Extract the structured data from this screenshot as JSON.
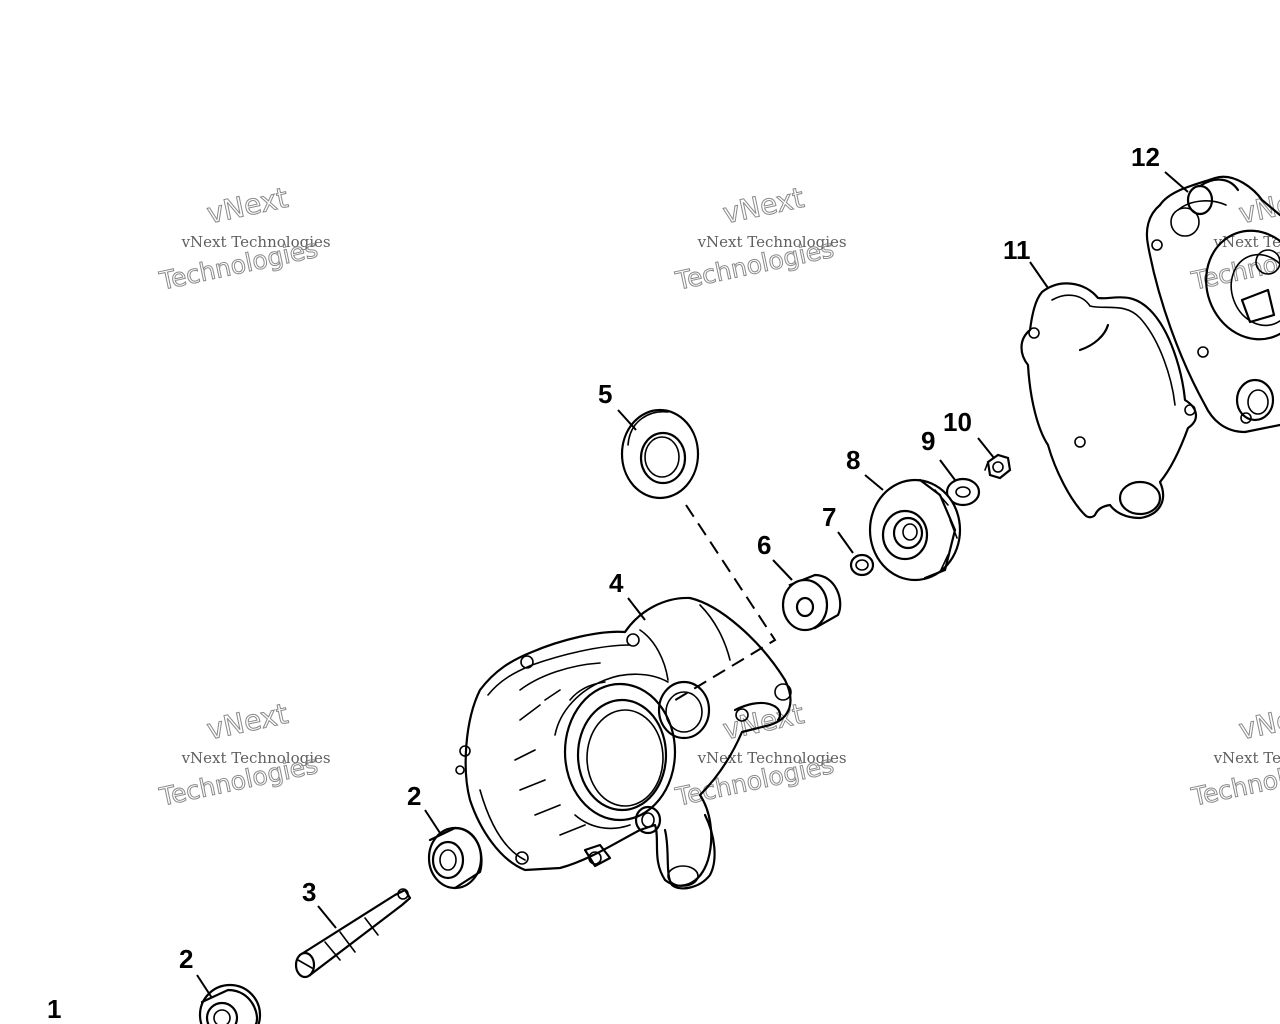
{
  "callouts": {
    "part_1": "1",
    "part_2_upper": "2",
    "part_2_lower": "2",
    "part_3": "3",
    "part_4": "4",
    "part_5": "5",
    "part_6": "6",
    "part_7": "7",
    "part_8": "8",
    "part_9": "9",
    "part_10": "10",
    "part_11": "11",
    "part_12": "12"
  },
  "watermark": {
    "line_1": "vNext",
    "line_2": "vNext Technologies",
    "line_3": "Technologies"
  }
}
